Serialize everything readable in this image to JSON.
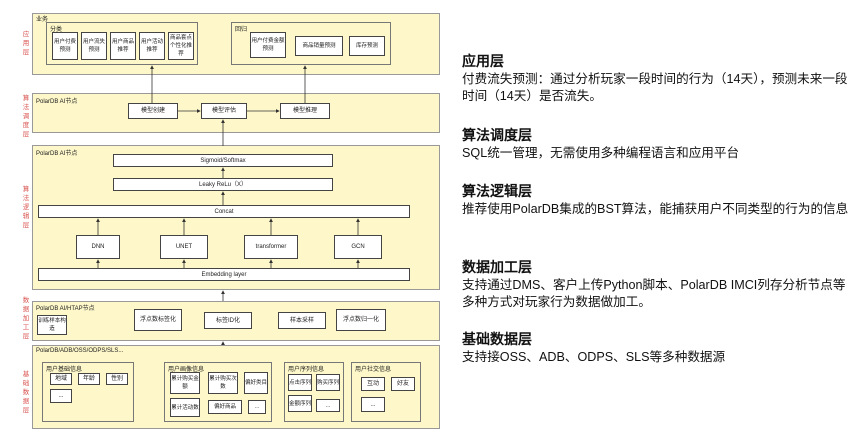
{
  "diagram": {
    "layers": [
      "应用层",
      "算法调度层",
      "算法逻辑层",
      "数据加工层",
      "基础数据层"
    ],
    "business_title": "业务",
    "category_title": "分类",
    "category_items": [
      "用户付费预测",
      "用户流失预测",
      "用户商品推荐",
      "用户活动推荐",
      "商品套点个性化推荐"
    ],
    "regression_title": "回归",
    "regression_items": [
      "用户付费金额预测",
      "商品销量预测",
      "库存预测"
    ],
    "sched_title": "PolarDB AI节点",
    "sched_nodes": [
      "模型创建",
      "模型评估",
      "模型推理"
    ],
    "logic_title": "PolarDB AI节点",
    "sigmoid": "Sigmoid/Softmax",
    "leaky": "Leaky ReLu（X）",
    "concat": "Concat",
    "models": [
      "DNN",
      "UNET",
      "transformer",
      "GCN"
    ],
    "embedding": "Embedding layer",
    "proc_title": "PolarDB AI/HTAP节点",
    "train_label": "训练样本构造",
    "proc_nodes": [
      "浮点数标签化",
      "标签ID化",
      "样本采样",
      "浮点数归一化"
    ],
    "base_title": "PolarDB/ADB/OSS/ODPS/SLS...",
    "group_basic_title": "用户基础信息",
    "group_basic": [
      "地域",
      "年龄",
      "性别",
      "..."
    ],
    "group_profile_title": "用户画像信息",
    "group_profile": [
      "累计购买金额",
      "累计购买次数",
      "偏好类目",
      "累计活动数",
      "偏好商品",
      "..."
    ],
    "group_seq_title": "用户序列信息",
    "group_seq": [
      "点击序列",
      "购买序列",
      "金额序列",
      "..."
    ],
    "group_social_title": "用户社交信息",
    "group_social": [
      "互动",
      "好友",
      "..."
    ]
  },
  "text": {
    "s1_title": "应用层",
    "s1_body": "付费流失预测：通过分析玩家一段时间的行为（14天），预测未来一段时间（14天）是否流失。",
    "s2_title": "算法调度层",
    "s2_body": "SQL统一管理，无需使用多种编程语言和应用平台",
    "s3_title": "算法逻辑层",
    "s3_body": "推荐使用PolarDB集成的BST算法，能捕获用户不同类型的行为的信息",
    "s4_title": "数据加工层",
    "s4_body": "支持通过DMS、客户上传Python脚本、PolarDB IMCI列存分析节点等多种方式对玩家行为数据做加工。",
    "s5_title": "基础数据层",
    "s5_body": "支持接OSS、ADB、ODPS、SLS等多种数据源"
  }
}
